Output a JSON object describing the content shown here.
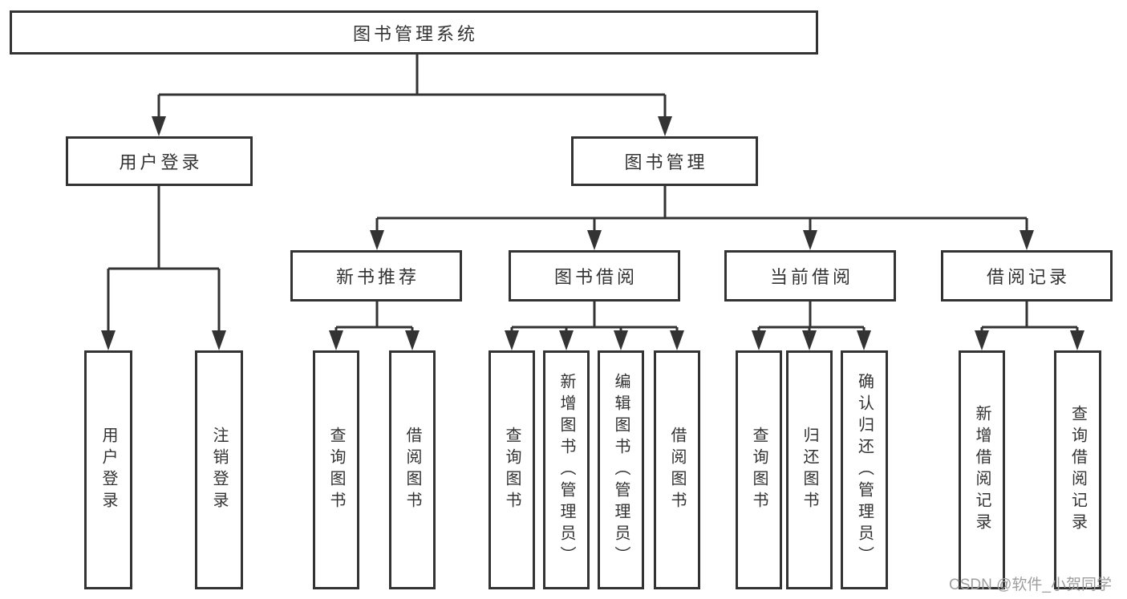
{
  "colors": {
    "line": "#333333",
    "text": "#333333",
    "box_background": "#ffffff",
    "watermark": "#9e9e9e",
    "page_background": "#ffffff"
  },
  "watermark": "CSDN @软件_小贺同学",
  "tree": {
    "label": "图书管理系统",
    "children": [
      {
        "label": "用户登录",
        "children": [
          {
            "label": "用户登录"
          },
          {
            "label": "注销登录"
          }
        ]
      },
      {
        "label": "图书管理",
        "children": [
          {
            "label": "新书推荐",
            "children": [
              {
                "label": "查询图书"
              },
              {
                "label": "借阅图书"
              }
            ]
          },
          {
            "label": "图书借阅",
            "children": [
              {
                "label": "查询图书"
              },
              {
                "label": "新增图书（管理员）"
              },
              {
                "label": "编辑图书（管理员）"
              },
              {
                "label": "借阅图书"
              }
            ]
          },
          {
            "label": "当前借阅",
            "children": [
              {
                "label": "查询图书"
              },
              {
                "label": "归还图书"
              },
              {
                "label": "确认归还（管理员）"
              }
            ]
          },
          {
            "label": "借阅记录",
            "children": [
              {
                "label": "新增借阅记录"
              },
              {
                "label": "查询借阅记录"
              }
            ]
          }
        ]
      }
    ]
  }
}
